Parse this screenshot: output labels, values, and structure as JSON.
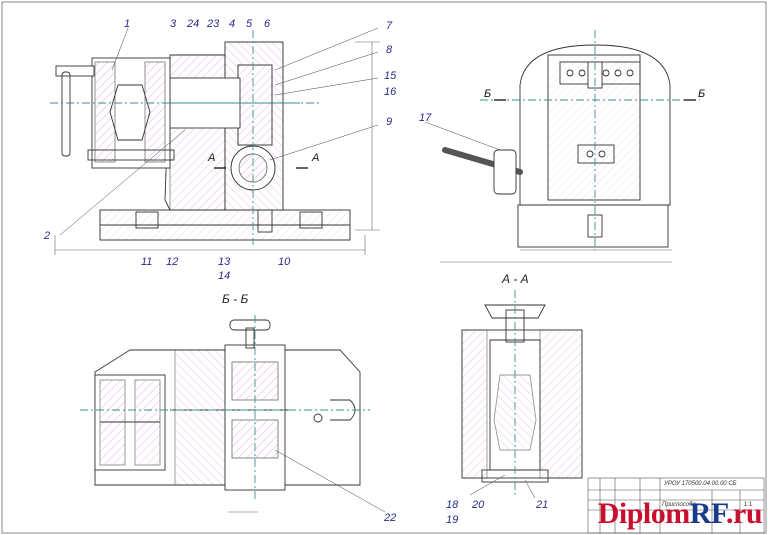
{
  "views": {
    "section_bb_title": "Б - Б",
    "section_aa_title": "А - А",
    "cut_mark_a": "А",
    "cut_mark_b": "Б"
  },
  "callouts": [
    "1",
    "2",
    "3",
    "24",
    "23",
    "4",
    "5",
    "6",
    "7",
    "8",
    "15",
    "16",
    "9",
    "17",
    "11",
    "12",
    "13",
    "14",
    "10",
    "22",
    "18",
    "19",
    "20",
    "21"
  ],
  "title_block": {
    "designation": "УРОУ 170500.04.00.00  СБ",
    "name_fragment": "Приспособл.",
    "sheet": "1:1"
  },
  "watermark": {
    "left": "Diplom",
    "right": "RF",
    "suffix": ".ru",
    "color_main": "#c8102e",
    "color_accent": "#1a3a8c"
  }
}
